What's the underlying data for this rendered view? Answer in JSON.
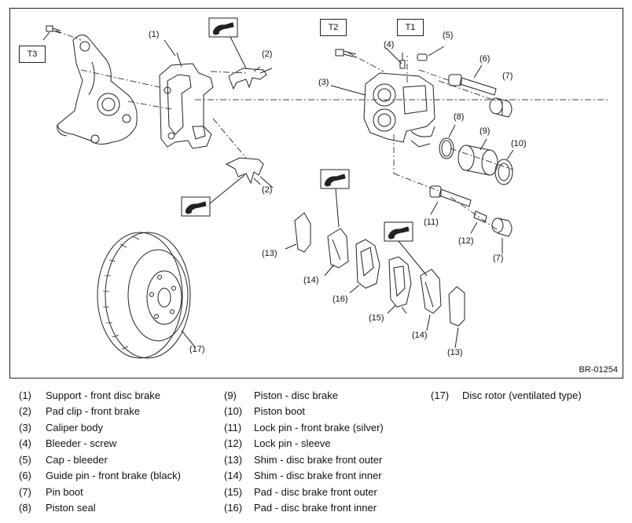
{
  "figure": {
    "ref_code": "BR-01254",
    "torque_labels": {
      "t1": "T1",
      "t2": "T2",
      "t3": "T3"
    },
    "callouts": {
      "c1": "(1)",
      "c2a": "(2)",
      "c2b": "(2)",
      "c3": "(3)",
      "c4": "(4)",
      "c5": "(5)",
      "c6": "(6)",
      "c7a": "(7)",
      "c7b": "(7)",
      "c8": "(8)",
      "c9": "(9)",
      "c10": "(10)",
      "c11": "(11)",
      "c12": "(12)",
      "c13a": "(13)",
      "c13b": "(13)",
      "c14a": "(14)",
      "c14b": "(14)",
      "c15": "(15)",
      "c16": "(16)",
      "c17": "(17)"
    },
    "grease_icon": "grease-application-icon"
  },
  "legend": {
    "col1": [
      {
        "num": "(1)",
        "text": "Support - front disc brake"
      },
      {
        "num": "(2)",
        "text": "Pad clip - front brake"
      },
      {
        "num": "(3)",
        "text": "Caliper body"
      },
      {
        "num": "(4)",
        "text": "Bleeder - screw"
      },
      {
        "num": "(5)",
        "text": "Cap - bleeder"
      },
      {
        "num": "(6)",
        "text": "Guide pin - front brake (black)"
      },
      {
        "num": "(7)",
        "text": "Pin boot"
      },
      {
        "num": "(8)",
        "text": "Piston seal"
      }
    ],
    "col2": [
      {
        "num": "(9)",
        "text": "Piston - disc brake"
      },
      {
        "num": "(10)",
        "text": "Piston boot"
      },
      {
        "num": "(11)",
        "text": "Lock pin - front brake (silver)"
      },
      {
        "num": "(12)",
        "text": "Lock pin - sleeve"
      },
      {
        "num": "(13)",
        "text": "Shim - disc brake front outer"
      },
      {
        "num": "(14)",
        "text": "Shim - disc brake front inner"
      },
      {
        "num": "(15)",
        "text": "Pad - disc brake front outer"
      },
      {
        "num": "(16)",
        "text": "Pad - disc brake front inner"
      }
    ],
    "col3": [
      {
        "num": "(17)",
        "text": "Disc rotor (ventilated type)"
      }
    ]
  }
}
